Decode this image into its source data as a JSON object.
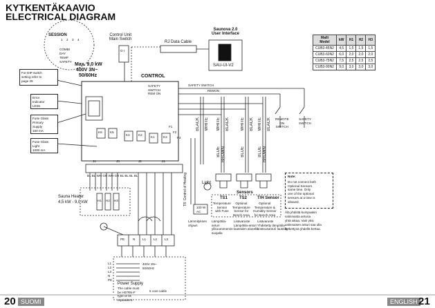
{
  "title": {
    "line1": "KYTKENTÄKAAVIO",
    "line2": "ELECTRICAL DIAGRAM"
  },
  "session": {
    "label": "SESSION",
    "switches": [
      "1",
      "2",
      "3",
      "4"
    ],
    "sublabels": [
      "COMBI",
      "DAY",
      "TEMP",
      "SAFETY"
    ]
  },
  "control_unit": {
    "label": "Control Unit\nMain Switch",
    "switch_label": "O I"
  },
  "rj_cable": "RJ Data Cable",
  "saunova": {
    "title": "Saunova 2.0\nUser Interface",
    "model": "SAU-UI-V2"
  },
  "max_power": {
    "line1": "Max. 9,0 kW",
    "line2": "400V 3N~",
    "line3": "50/60Hz"
  },
  "control_label": "CONTROL",
  "notes": {
    "dip": "For DIP switch\nsetting refer to\npage 29",
    "error": "Error\nIndicator\nLEDs",
    "fuse_primary": "Fuse Glass\nPrimary\nSupply\n160 mA",
    "fuse_light": "Fuse Glass\nLight\n1000 mA"
  },
  "board": {
    "safety": "SAFETY\nSWITCH\nREM ON",
    "relays": [
      "K6",
      "K5",
      "K4",
      "K2",
      "K1",
      "K3"
    ],
    "fuses": [
      "F1",
      "F2",
      "F3"
    ],
    "connectors": [
      "J4",
      "J3",
      "J2",
      "J1"
    ],
    "pin_label": "BL BL WH GR WH GR BL BL BL BL"
  },
  "safety_switch_line": "SAFETY SWITCH",
  "remon_line": "REMON",
  "wires": [
    {
      "top": "BLACK",
      "bottom": "WHITE"
    },
    {
      "top": "WHITE",
      "bottom": "BLACK"
    },
    {
      "top": "WHITE",
      "bottom": "BLACK"
    },
    {
      "top": "WHITE",
      "bottom": "BLACK"
    }
  ],
  "wire_colors2": [
    "BLUE",
    "BROWN",
    "BLUE",
    "BROWN",
    "BLUE",
    "BROWN"
  ],
  "remote_switch": "REMOTE\nON\nSWITCH",
  "safety_switch": "SAFETY\nSWITCH",
  "model_table": {
    "headers": [
      "Malli\nModel",
      "kW",
      "H1",
      "H2",
      "H3"
    ],
    "rows": [
      [
        "CUB3-45N2",
        "4,5",
        "1,5",
        "1,5",
        "1,5"
      ],
      [
        "CUB3-60N2",
        "6,0",
        "2,0",
        "2,0",
        "2,0"
      ],
      [
        "CUB3-75N2",
        "7,5",
        "2,5",
        "2,5",
        "2,5"
      ],
      [
        "CUB3-90N2",
        "9,0",
        "3,0",
        "3,0",
        "3,0"
      ]
    ]
  },
  "heater": {
    "label": "Sauna Heater",
    "power": "4,5 kW - 9,0 kW",
    "elements": [
      "H1",
      "H2",
      "H3"
    ]
  },
  "terminals": [
    "PE",
    "N",
    "L1",
    "L2",
    "L3"
  ],
  "power_supply": {
    "voltage": "400V 3N~\n50/60Hz",
    "label": "Power Supply",
    "note": "The cable must\nbe H07RN-F\ntype or its\nequivalent.",
    "cable": "5 core cable",
    "lines": [
      "L1",
      "L2",
      "L3",
      "N",
      "PE"
    ]
  },
  "light": {
    "label": "Light",
    "rating": "100 W\nAC"
  },
  "control_heating": "T8: Control of Heating",
  "sensors": {
    "title": "Sensors",
    "ts1": "TS1",
    "ts2": "TS2",
    "th": "T/H Sensor",
    "ts1_desc": "Temperature\nSensor\nwith Fuse",
    "ts2_desc": "Optional\nTemperature\nSensor for\nBench Area",
    "th_desc": "Optional\nTemperature &\nHumidity Sensor\nfor Bench Area"
  },
  "fi_labels": {
    "lammitys": "Lämmityksen\nohjaus",
    "ts1_fi": "Lämpötila-\nanturi\nylikuumenemis-\nsuojalla",
    "ts2_fi": "Lisävaruste\nLämpötila-anturi\nlauteiden alueelle",
    "th_fi": "Lisävaruste\nYhdistetty lämpötila-\nkosteusanturi lauteille"
  },
  "note": {
    "title": "Note:",
    "text": "Do not connect both\nOptional Sensors\nsame time. Only\none of the optional\nsensors at a time is\nallowed."
  },
  "huom": "Älä yhdistä kumpaakin\nvalinnaista anturia\nyhtä aikaa. Vain yksi\nvalinnaisen anturi saa olla\nkytkettynä yhdellä kertaa.",
  "footer": {
    "left_num": "20",
    "left_lang": "SUOMI",
    "right_lang": "ENGLISH",
    "right_num": "21"
  }
}
